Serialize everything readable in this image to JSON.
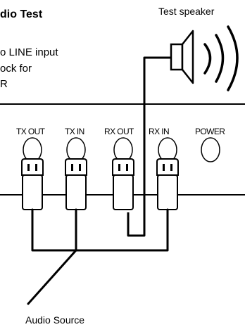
{
  "title": "dio Test",
  "description": {
    "line1": "o LINE input",
    "line2": "ock for",
    "line3": "R"
  },
  "speaker_label": "Test speaker",
  "source_label": "Audio Source",
  "ports": [
    {
      "label": "TX OUT"
    },
    {
      "label": "TX IN"
    },
    {
      "label": "RX OUT"
    },
    {
      "label": "RX IN"
    },
    {
      "label": "POWER"
    }
  ],
  "colors": {
    "line": "#000000",
    "background": "#ffffff"
  }
}
